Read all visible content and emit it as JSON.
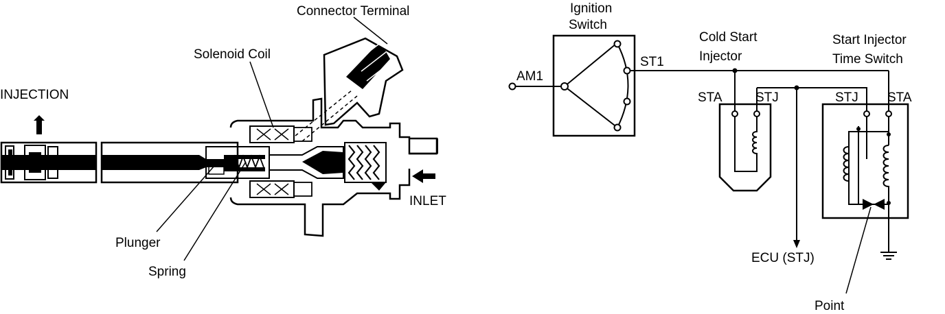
{
  "injector": {
    "labels": {
      "connector_terminal": "Connector Terminal",
      "solenoid_coil": "Solenoid Coil",
      "injection": "INJECTION",
      "inlet": "INLET",
      "plunger": "Plunger",
      "spring": "Spring"
    }
  },
  "circuit": {
    "labels": {
      "ignition_switch_line1": "Ignition",
      "ignition_switch_line2": "Switch",
      "am1": "AM1",
      "st1": "ST1",
      "cold_start_line1": "Cold Start",
      "cold_start_line2": "Injector",
      "time_switch_line1": "Start Injector",
      "time_switch_line2": "Time Switch",
      "cs_sta": "STA",
      "cs_stj": "STJ",
      "ts_stj": "STJ",
      "ts_sta": "STA",
      "ecu": "ECU (STJ)",
      "point": "Point"
    }
  },
  "colors": {
    "ink": "#000000",
    "paper": "#ffffff"
  }
}
